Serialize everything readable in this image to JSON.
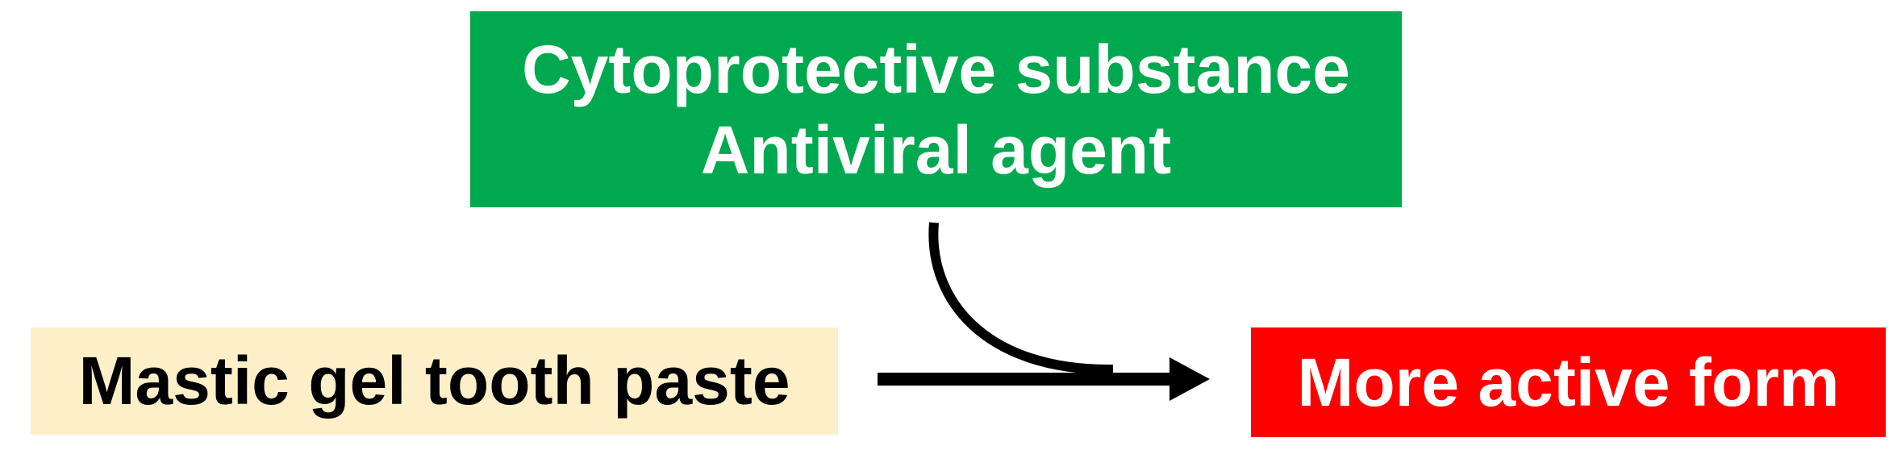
{
  "nodes": {
    "top": {
      "line1": "Cytoprotective substance",
      "line2": "Antiviral agent",
      "color": "#00a84f",
      "text_color": "#ffffff"
    },
    "left": {
      "label": "Mastic gel tooth paste",
      "color": "#fdf0c8",
      "text_color": "#000000"
    },
    "right": {
      "label": "More active form",
      "color": "#fe0000",
      "text_color": "#ffffff"
    }
  },
  "edges": [
    {
      "from": "left",
      "to": "right",
      "style": "straight-arrow",
      "color": "#000000"
    },
    {
      "from": "top",
      "to": "right",
      "style": "curved-joining-arrow",
      "color": "#000000"
    }
  ]
}
